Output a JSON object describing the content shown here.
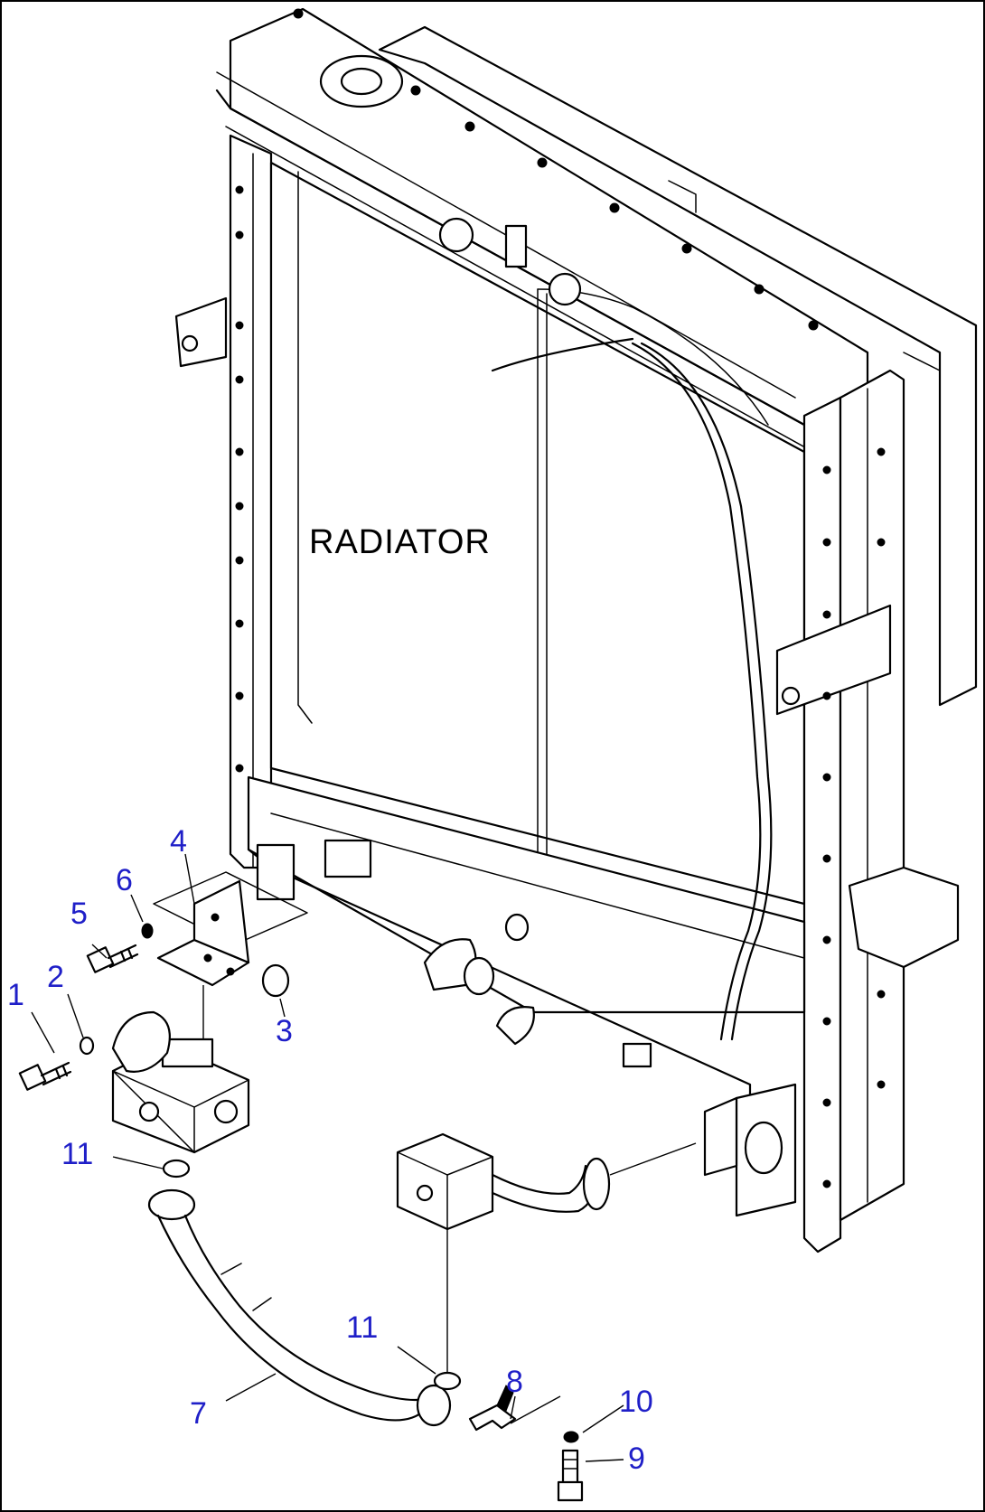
{
  "diagram": {
    "main_label": "RADIATOR",
    "callout_color": "#1f1fc8",
    "callouts": [
      "1",
      "2",
      "3",
      "4",
      "5",
      "6",
      "7",
      "8",
      "9",
      "10",
      "11",
      "11"
    ]
  }
}
